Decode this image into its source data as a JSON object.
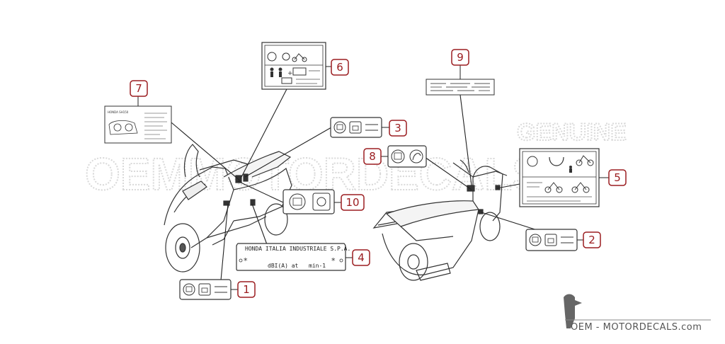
{
  "watermark": {
    "main_text": "OEMMOTORDECALS",
    "corner_text": "GENUINE"
  },
  "callouts": [
    {
      "id": "1",
      "label": "1"
    },
    {
      "id": "2",
      "label": "2"
    },
    {
      "id": "3",
      "label": "3"
    },
    {
      "id": "4",
      "label": "4"
    },
    {
      "id": "5",
      "label": "5"
    },
    {
      "id": "6",
      "label": "6"
    },
    {
      "id": "7",
      "label": "7"
    },
    {
      "id": "8",
      "label": "8"
    },
    {
      "id": "9",
      "label": "9"
    },
    {
      "id": "10",
      "label": "10"
    }
  ],
  "plate": {
    "title": "HONDA ITALIA INDUSTRIALE S.P.A.",
    "field_left": "dBI(A) at",
    "field_right": "min-1"
  },
  "label7": {
    "title": "HONDA SH150"
  },
  "footer": {
    "brand": "OEM - MOTORDECALS.com"
  },
  "colors": {
    "callout": "#9b1d20",
    "line": "#222222",
    "watermark": "#d9d9d9"
  },
  "icons": [
    "book-icon",
    "toolbox-icon",
    "rider-icon",
    "helmet-icon",
    "motorcycle-icon",
    "passenger-icon",
    "fuel-icon",
    "hornbill-logo-icon"
  ]
}
